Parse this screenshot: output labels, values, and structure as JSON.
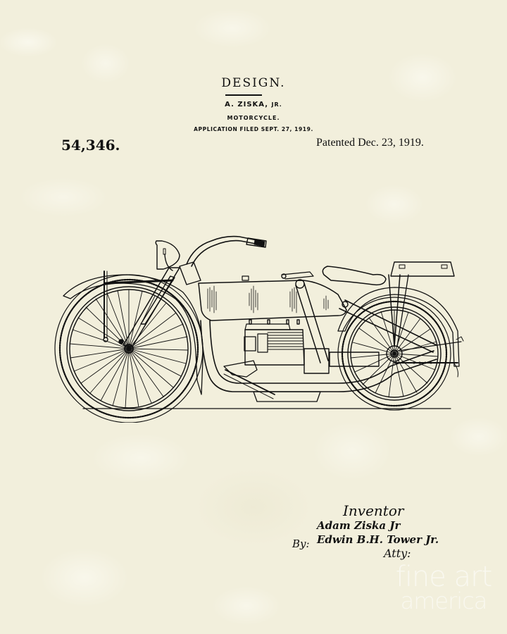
{
  "document": {
    "type": "Design patent drawing",
    "header": {
      "title": "DESIGN.",
      "inventor_name": "A. ZISKA, ",
      "inventor_suffix": "JR.",
      "subject": "MOTORCYCLE.",
      "application_filed": "APPLICATION FILED SEPT. 27, 1919."
    },
    "patent_number": "54,346.",
    "patent_date": "Patented Dec. 23, 1919.",
    "figure": {
      "subject": "motorcycle-side-elevation",
      "line_color": "#111111"
    },
    "signature_block": {
      "label": "Inventor",
      "inventor_signature": "Adam Ziska Jr",
      "by_label": "By:",
      "attorney_signature": "Edwin B.H. Tower Jr.",
      "attorney_label": "Atty:"
    },
    "watermark": {
      "line1": "fine art",
      "line2": "america"
    },
    "colors": {
      "paper": "#f2efdc",
      "ink": "#111111"
    }
  }
}
